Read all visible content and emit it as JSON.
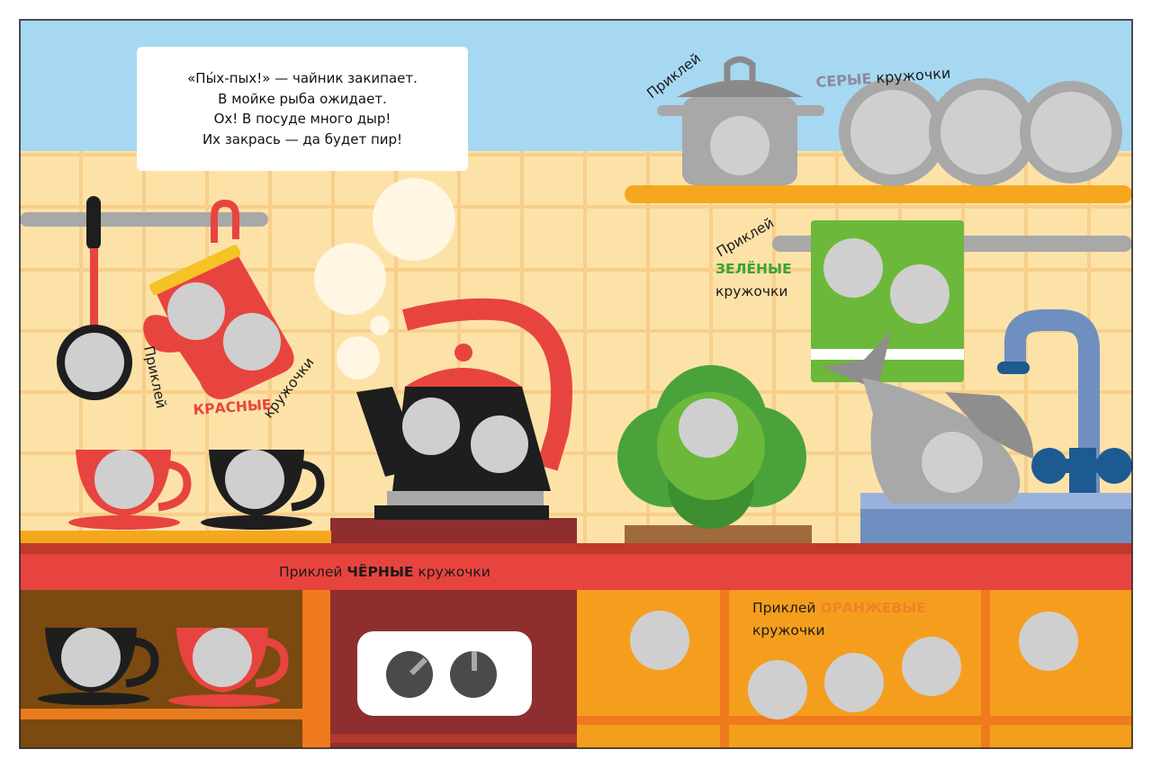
{
  "poem": {
    "lines": [
      "«Пы́х-пых!» — чайник закипает.",
      "В мойке рыба ожидает.",
      "Ох! В посуде много дыр!",
      "Их закрась — да будет пир!"
    ]
  },
  "labels": {
    "stick": "Приклей",
    "circles": "кружочки",
    "grey_color_word": "СЕРЫЕ",
    "green_color_word": "ЗЕЛЁНЫЕ",
    "red_color_word": "КРАСНЫЕ",
    "black_color_word": "ЧЁРНЫЕ",
    "orange_color_word": "ОРАНЖЕВЫЕ"
  },
  "colors": {
    "sky": "#a6d8f2",
    "tile": "#fde2a8",
    "red": "#e8443f",
    "black": "#1e1e1e",
    "grey_hole": "#cfcfcf",
    "green": "#6cb83a",
    "orange": "#f59e1e",
    "brown": "#7a4a10",
    "maroon": "#8e2e2e",
    "faucet_blue": "#6f8fc0"
  }
}
